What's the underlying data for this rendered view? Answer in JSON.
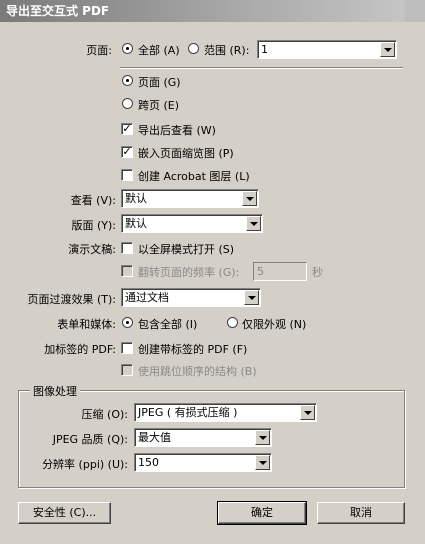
{
  "window": {
    "title": "导出至交互式 PDF"
  },
  "pages": {
    "label": "页面:",
    "all_label": "全部 (A)",
    "range_label": "范围 (R):",
    "range_value": "1",
    "selected": "all"
  },
  "layout": {
    "page_label": "页面 (G)",
    "spread_label": "跨页 (E)",
    "selected": "page"
  },
  "options": {
    "view_after_export": {
      "label": "导出后查看 (W)",
      "checked": true
    },
    "embed_thumbnails": {
      "label": "嵌入页面缩览图 (P)",
      "checked": true
    },
    "create_acrobat_layers": {
      "label": "创建 Acrobat 图层 (L)",
      "checked": false
    }
  },
  "view": {
    "label": "查看 (V):",
    "value": "默认"
  },
  "layout_select": {
    "label": "版面 (Y):",
    "value": "默认"
  },
  "presentation": {
    "label": "演示文稿:",
    "fullscreen_label": "以全屏模式打开 (S)",
    "flip_label": "翻转页面的频率 (G):",
    "flip_value": "5",
    "flip_unit": "秒"
  },
  "transitions": {
    "label": "页面过渡效果 (T):",
    "value": "通过文档"
  },
  "forms": {
    "label": "表单和媒体:",
    "include_all": "包含全部 (I)",
    "appearance_only": "仅限外观 (N)",
    "selected": "include_all"
  },
  "tagged": {
    "label": "加标签的 PDF:",
    "create_tagged": "创建带标签的 PDF (F)",
    "tab_order": "使用跳位顺序的结构 (B)"
  },
  "image_group": {
    "title": "图像处理",
    "compression_label": "压缩 (O):",
    "compression_value": "JPEG ( 有损式压缩 )",
    "quality_label": "JPEG 品质 (Q):",
    "quality_value": "最大值",
    "resolution_label": "分辨率 (ppi) (U):",
    "resolution_value": "150"
  },
  "buttons": {
    "security": "安全性 (C)...",
    "ok": "确定",
    "cancel": "取消"
  }
}
